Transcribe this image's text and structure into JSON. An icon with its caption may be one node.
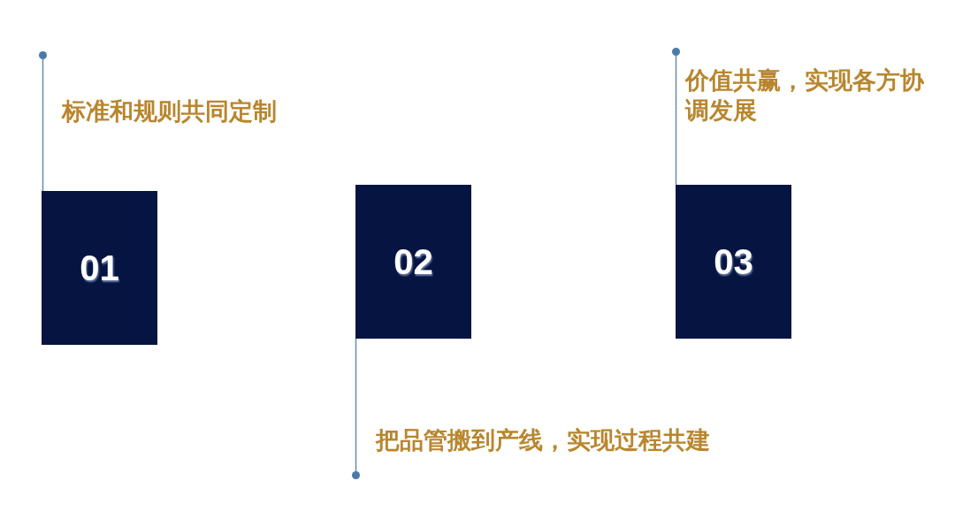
{
  "diagram": {
    "nodes": [
      {
        "text": [
          "01"
        ],
        "beside": [
          "标准和规则共同定制"
        ]
      },
      {
        "text": [],
        "shape": "circle"
      },
      {
        "text": [
          "02"
        ]
      },
      {
        "text": [],
        "shape": "circle",
        "beside": [
          "把品管搬到产线，实现过程共建"
        ]
      },
      {
        "text": [
          "03"
        ]
      },
      {
        "text": [],
        "shape": "circle",
        "beside": [
          "价值共赢，实现各方协调发展"
        ]
      }
    ],
    "edges": [
      {
        "from": 0,
        "to": 1,
        "arrow": "none"
      },
      {
        "from": 2,
        "to": 3,
        "arrow": "none"
      },
      {
        "from": 4,
        "to": 5,
        "arrow": "none"
      }
    ]
  }
}
